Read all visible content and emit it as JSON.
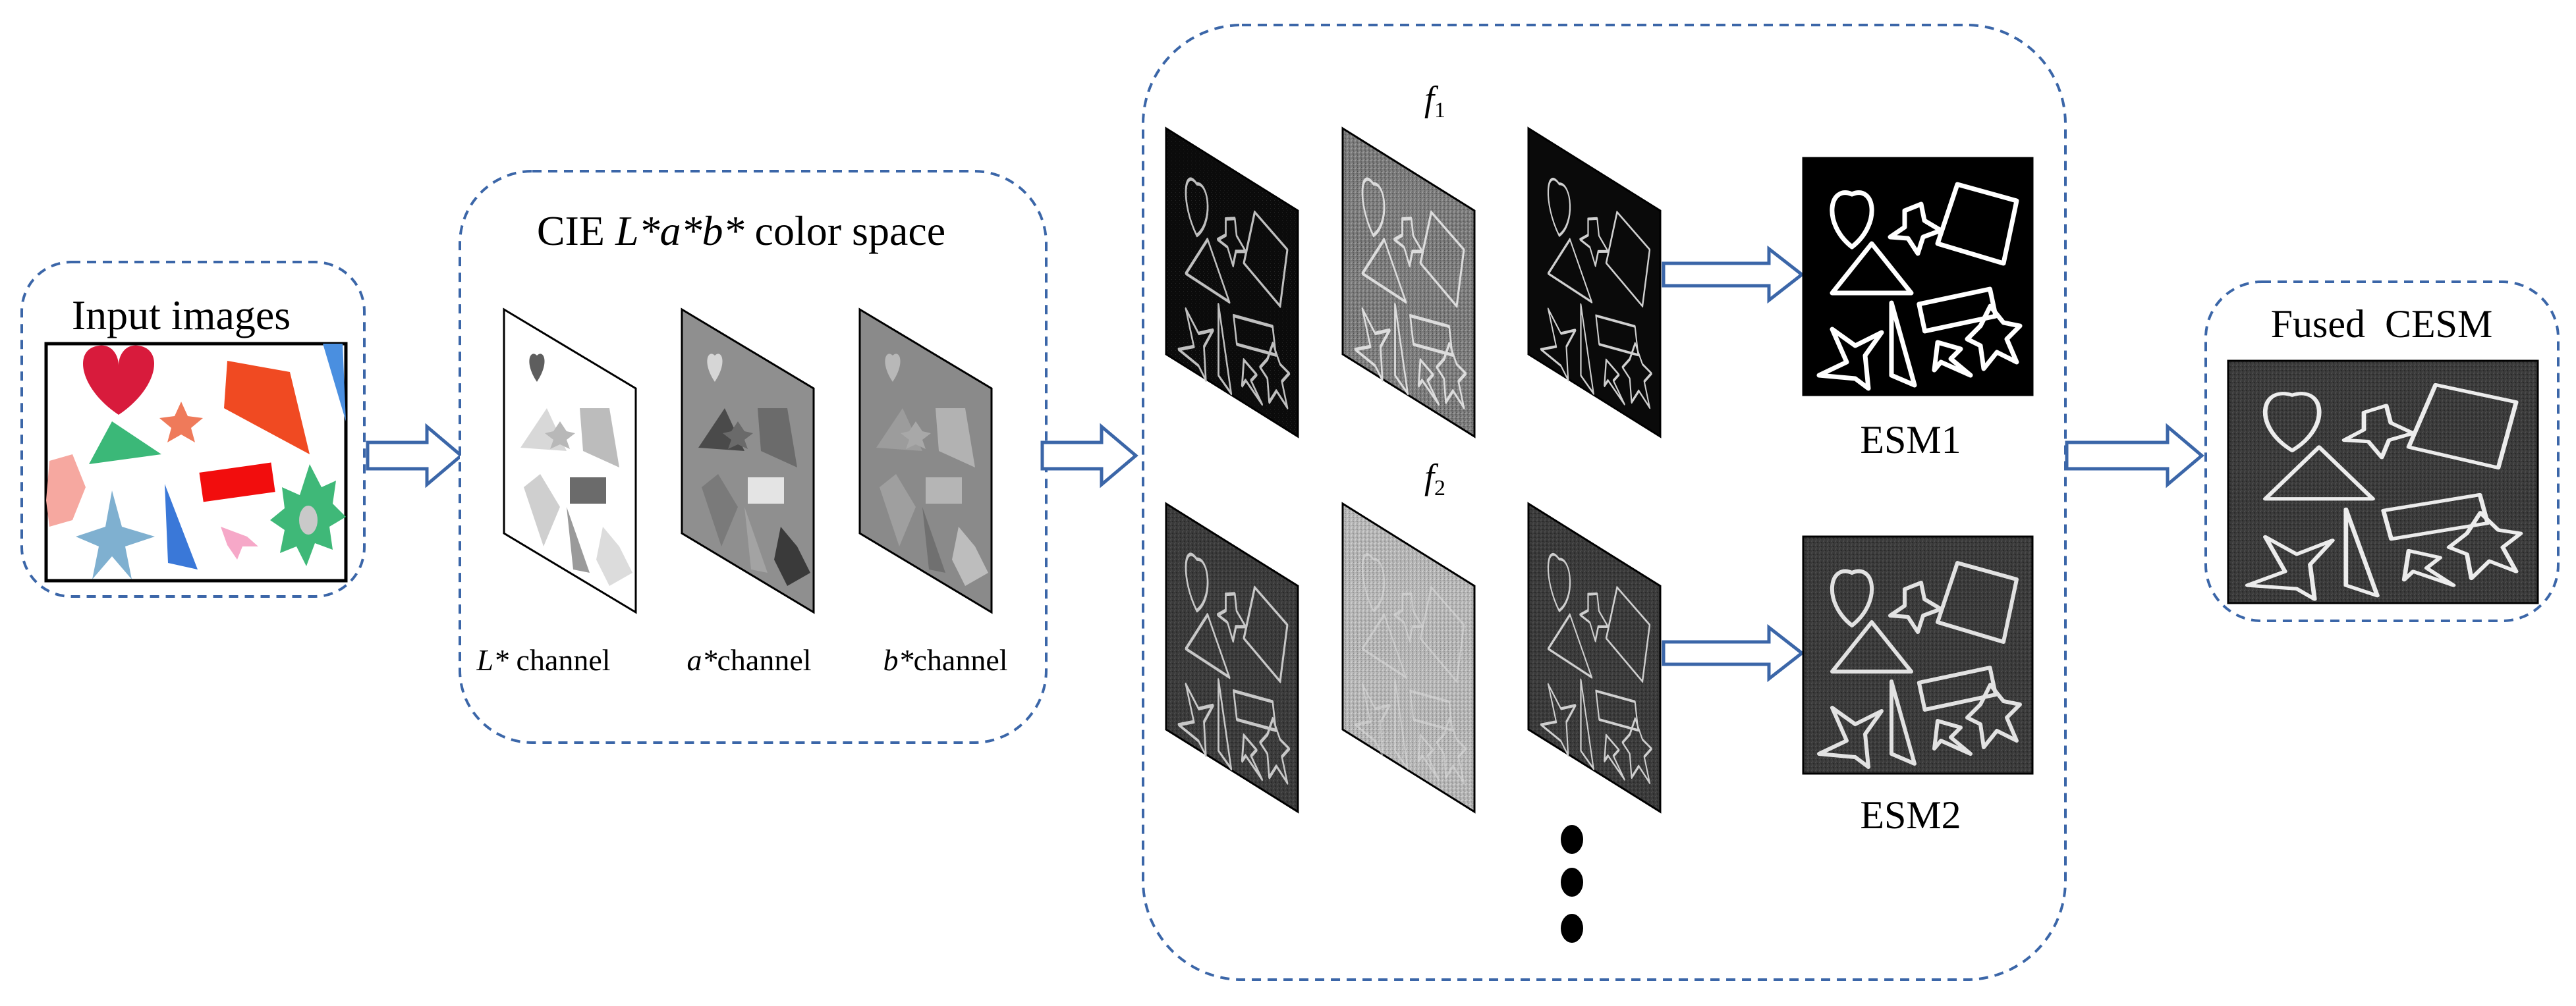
{
  "colors": {
    "border": "#3b66a8",
    "arrow": "#3b66a8",
    "panel_bg": "#ffffff",
    "feature_bg": "#050505",
    "edge": "#e8e8e8"
  },
  "input": {
    "title": "Input images"
  },
  "colorspace": {
    "title_prefix": "CIE ",
    "title_L": "L*",
    "title_a": "a*",
    "title_b": "b*",
    "title_suffix": " color space",
    "labels": [
      {
        "italic": "L*",
        "text": " channel"
      },
      {
        "italic": "a*",
        "text": "channel"
      },
      {
        "italic": "b*",
        "text": "channel"
      }
    ]
  },
  "features": {
    "f1": {
      "base": "f",
      "sub": "1"
    },
    "f2": {
      "base": "f",
      "sub": "2"
    },
    "esm1_label": "ESM1",
    "esm2_label": "ESM2"
  },
  "output": {
    "title": "Fused  CESM"
  }
}
